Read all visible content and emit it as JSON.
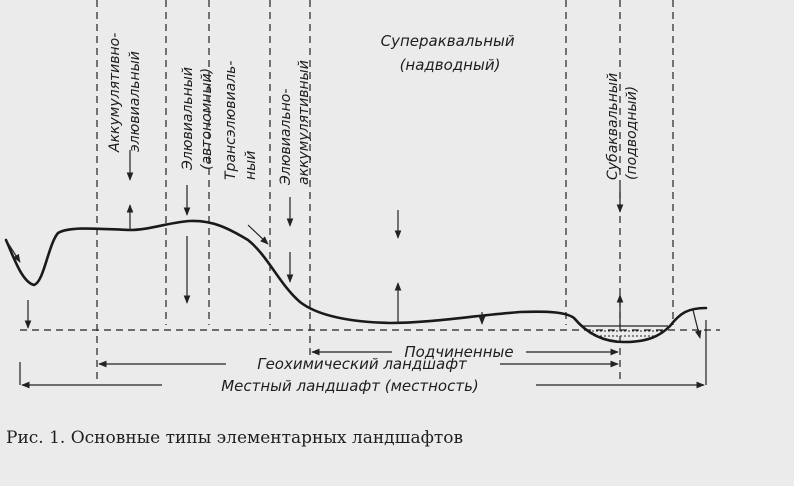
{
  "zones": {
    "accumulative_eluvial": [
      "Аккумулятивно-",
      "элювиальный"
    ],
    "eluvial": [
      "Элювиальный",
      "(автономный)"
    ],
    "transeluvial": [
      "Трансэлювиаль-",
      "ный"
    ],
    "eluvial_accumulative": [
      "Элювиально-",
      "аккумулятивный"
    ],
    "superaqual": [
      "Супераквальный",
      "(надводный)"
    ],
    "subaqual": [
      "Субаквальный",
      "(подводный)"
    ]
  },
  "spans": {
    "subordinate": "Подчиненные",
    "geochemical_landscape": "Геохимический ландшафт",
    "local_landscape": "Местный ландшафт (местность)"
  },
  "caption": "Рис. 1. Основные типы элементарных ландшафтов"
}
